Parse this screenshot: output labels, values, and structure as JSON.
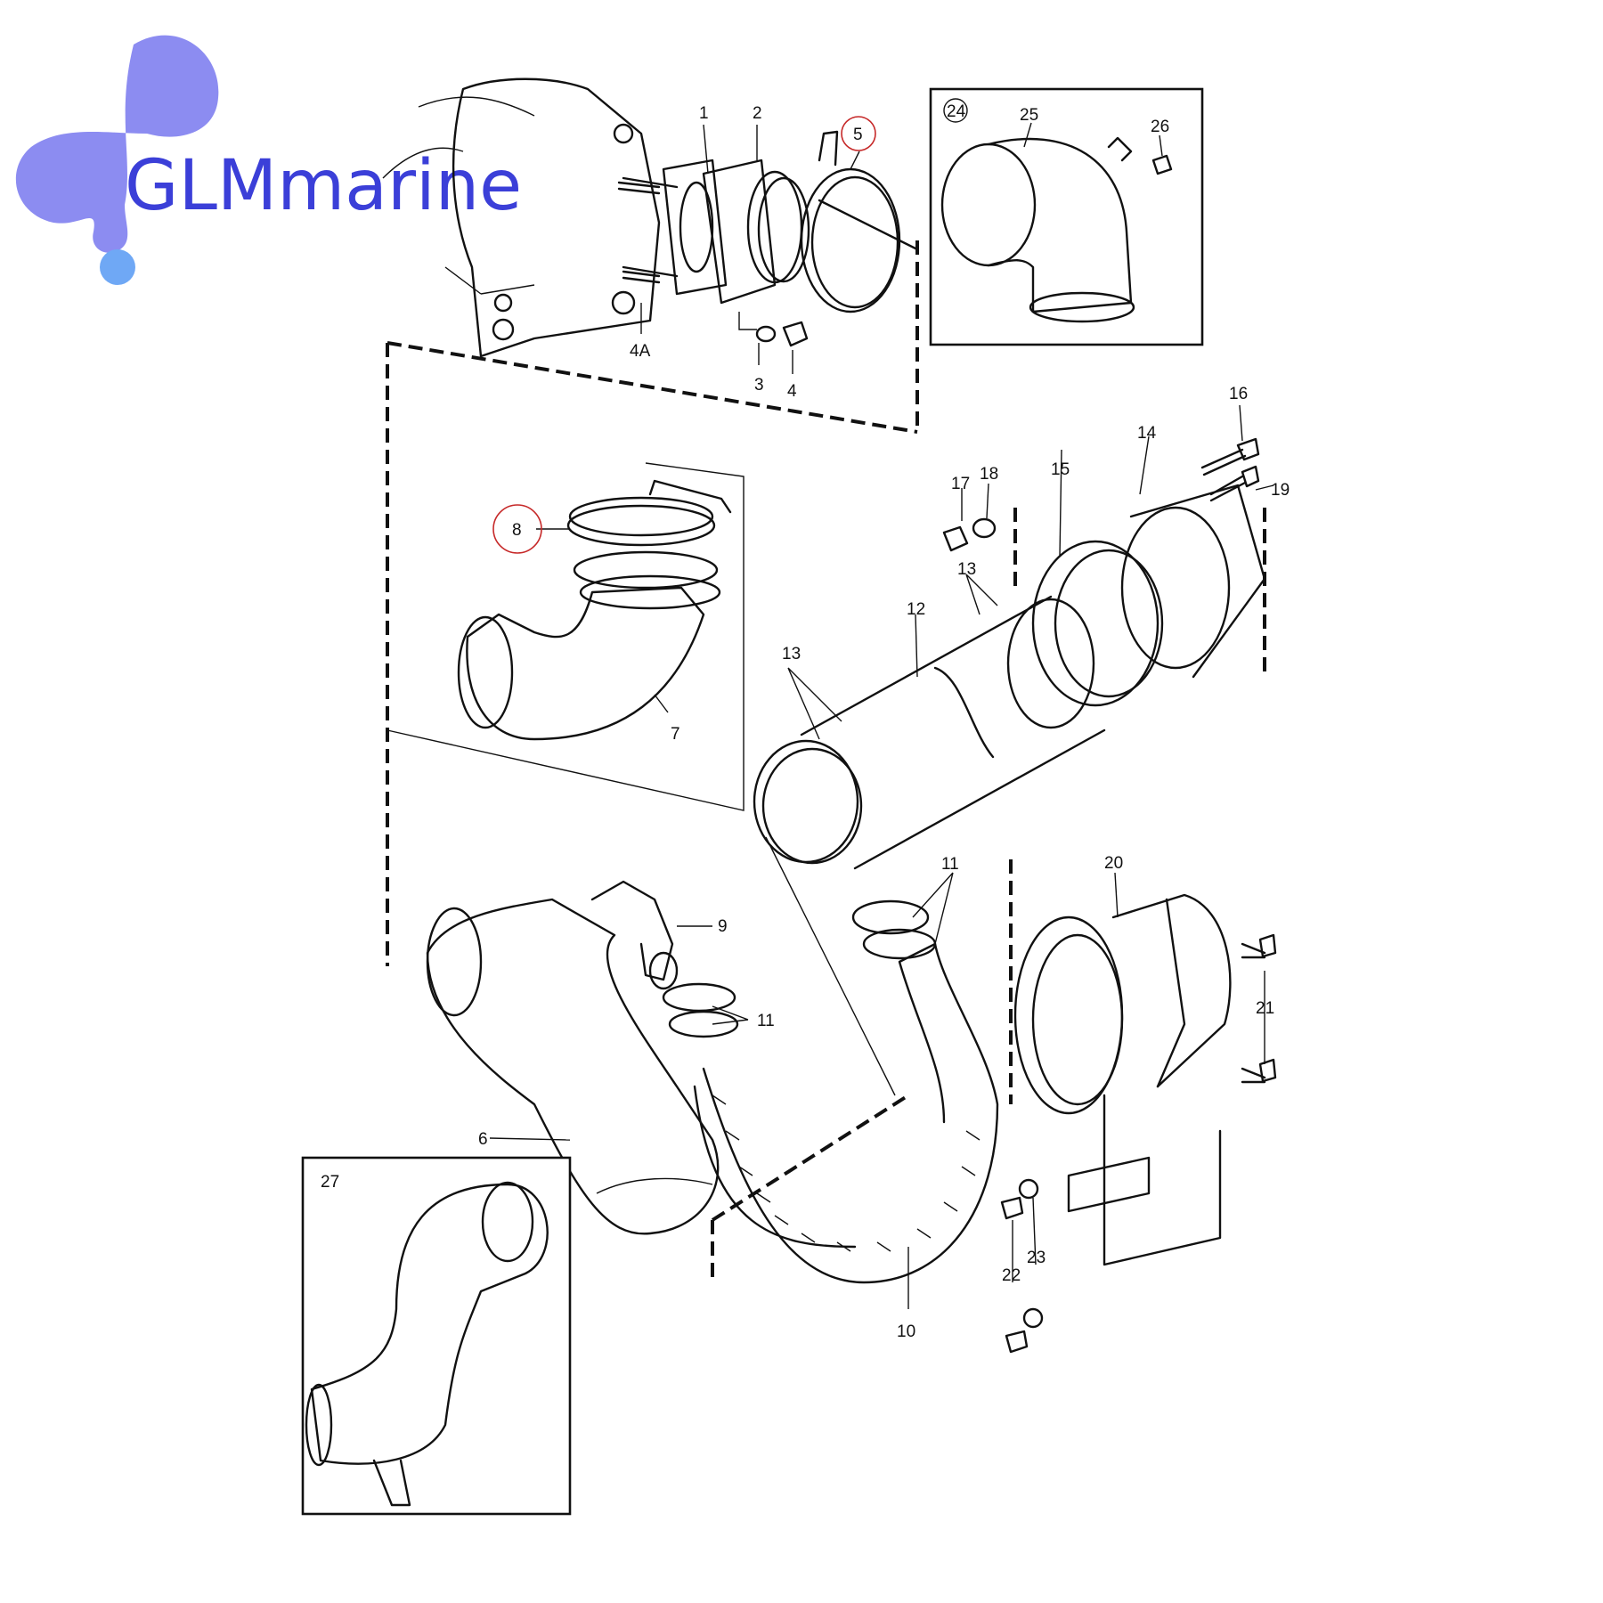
{
  "logo": {
    "text": "GLMmarine"
  },
  "colors": {
    "logo": "#3b3fd8",
    "highlight": "#c62828",
    "line": "#111111"
  },
  "callouts": [
    "1",
    "2",
    "3",
    "4",
    "4A",
    "5",
    "6",
    "7",
    "8",
    "9",
    "10",
    "11",
    "11",
    "11",
    "12",
    "13",
    "13",
    "14",
    "15",
    "16",
    "17",
    "18",
    "19",
    "20",
    "21",
    "22",
    "23",
    "24",
    "25",
    "26",
    "27"
  ],
  "highlighted": [
    "5",
    "8"
  ]
}
